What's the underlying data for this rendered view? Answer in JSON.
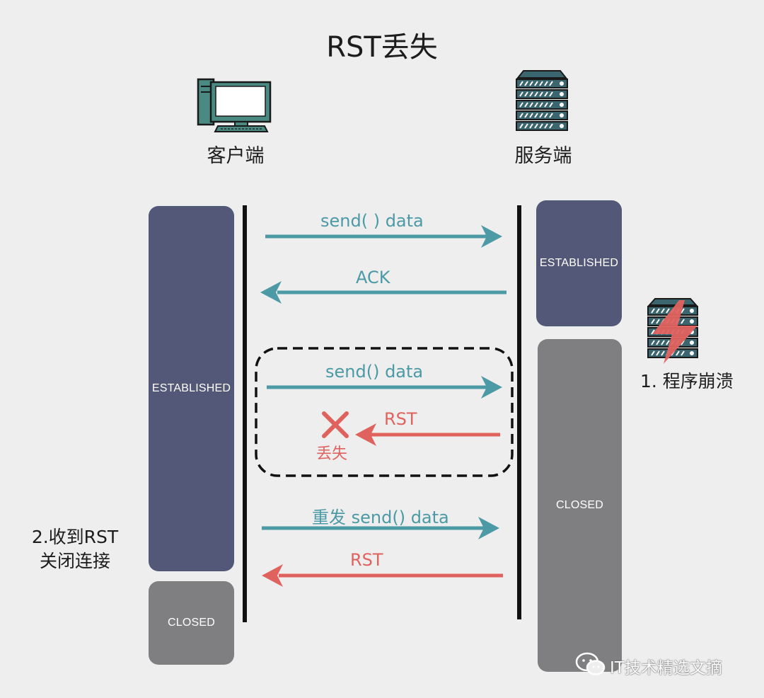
{
  "title": "RST丢失",
  "client": {
    "label": "客户端",
    "icon": "desktop-computer-icon"
  },
  "server": {
    "label": "服务端",
    "icon": "server-rack-icon"
  },
  "client_states": {
    "established": "ESTABLISHED",
    "closed": "CLOSED"
  },
  "server_states": {
    "established": "ESTABLISHED",
    "closed": "CLOSED"
  },
  "messages": {
    "send1": "send( ) data",
    "ack": "ACK",
    "send2": "send() data",
    "rst_lost": "RST",
    "lost_label": "丢失",
    "resend": "重发 send() data",
    "rst2": "RST"
  },
  "notes": {
    "server_crash": "1. 程序崩溃",
    "client_close_line1": "2.收到RST",
    "client_close_line2": "关闭连接"
  },
  "watermark": "IT技术精选文摘",
  "colors": {
    "teal": "#4b9aa5",
    "red": "#e0625f",
    "established": "#535878",
    "closed": "#7f7f81",
    "server_icon": "#3b6670"
  }
}
